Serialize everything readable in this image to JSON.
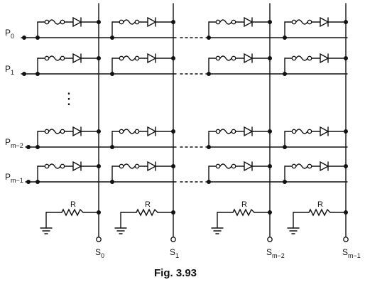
{
  "diagram": {
    "rows": [
      {
        "base": "P",
        "sub": "0"
      },
      {
        "base": "P",
        "sub": "1"
      },
      {
        "base": "P",
        "sub": "m−2"
      },
      {
        "base": "P",
        "sub": "m−1"
      }
    ],
    "columns": [
      {
        "base": "S",
        "sub": "0"
      },
      {
        "base": "S",
        "sub": "1"
      },
      {
        "base": "S",
        "sub": "m−2"
      },
      {
        "base": "S",
        "sub": "m−1"
      }
    ],
    "resistor_label": "R",
    "vertical_ellipsis": "⋮",
    "caption": "Fig. 3.93"
  }
}
